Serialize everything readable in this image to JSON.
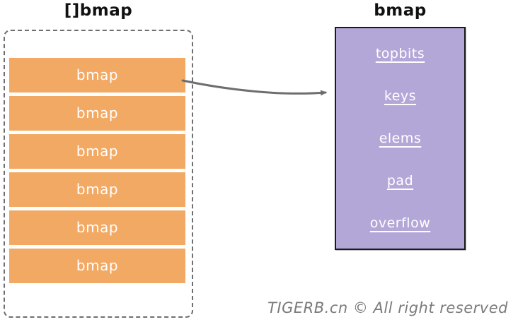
{
  "left_panel": {
    "title": "[]bmap",
    "items": [
      "bmap",
      "bmap",
      "bmap",
      "bmap",
      "bmap",
      "bmap"
    ]
  },
  "right_panel": {
    "title": "bmap",
    "fields": [
      "topbits",
      "keys",
      "elems",
      "pad",
      "overflow"
    ]
  },
  "watermark": "TIGERB.cn © All right reserved",
  "colors": {
    "orange": "#f2a964",
    "purple": "#b3a7d8",
    "dash": "#6f6f6f",
    "arrow": "#6e6e6e",
    "gray": "#7b7b7b"
  }
}
